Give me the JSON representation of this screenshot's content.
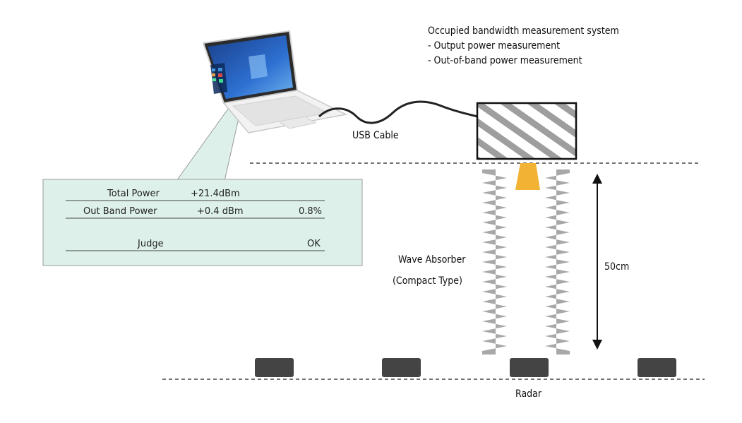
{
  "system": {
    "title": "Occupied bandwidth measurement system",
    "line1": "- Output power measurement",
    "line2": "- Out-of-band power measurement"
  },
  "usb_label": "USB Cable",
  "absorber": {
    "label1": "Wave Absorber",
    "label2": "(Compact Type)"
  },
  "distance_label": "50cm",
  "radar_label": "Radar",
  "readout": {
    "total_power_label": "Total Power",
    "total_power_value": "+21.4dBm",
    "out_band_label": "Out Band Power",
    "out_band_value": "+0.4 dBm",
    "out_band_percent": "0.8%",
    "judge_label": "Judge",
    "judge_value": "OK"
  },
  "colors": {
    "panel_fill": "#ddf1ea",
    "panel_border": "#9a9a9a",
    "absorber": "#a8a8a8",
    "antenna": "#f2b233",
    "radar_box": "#444444",
    "box_hatch": "#9e9e9e"
  }
}
